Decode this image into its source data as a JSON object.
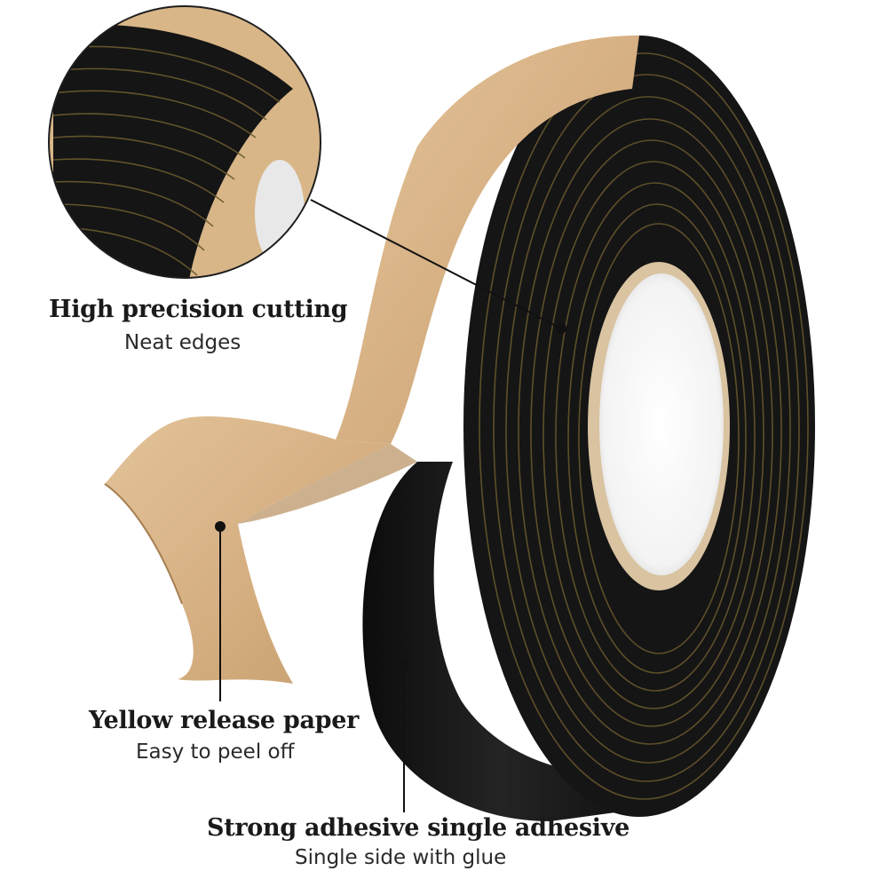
{
  "callouts": {
    "precision": {
      "title": "High precision cutting",
      "subtitle": "Neat edges"
    },
    "release_paper": {
      "title": "Yellow release paper",
      "subtitle": "Easy to peel off"
    },
    "adhesive": {
      "title": "Strong adhesive single adhesive",
      "subtitle": "Single side with glue"
    }
  },
  "colors": {
    "foam": "#141414",
    "foam_layer_line": "#6b5a2e",
    "release_paper": "#d7b184",
    "release_paper_shadow": "#b8905e",
    "core": "#e6d3b8",
    "background": "#ffffff"
  }
}
